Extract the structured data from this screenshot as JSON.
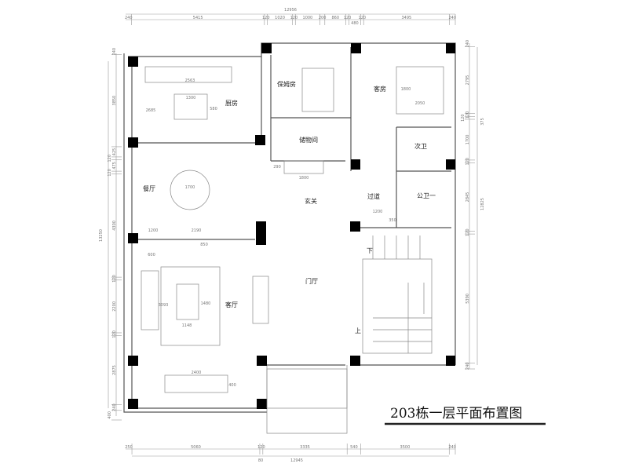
{
  "title": "203栋一层平面布置图",
  "rooms": {
    "kitchen": "厨房",
    "nanny_room": "保姆房",
    "guest_room": "客房",
    "storage": "储物间",
    "second_bath": "次卫",
    "dining": "餐厅",
    "foyer": "玄关",
    "corridor": "过道",
    "public_bath": "公卫一",
    "living": "客厅",
    "entrance_hall": "门厅",
    "stair_down": "下",
    "stair_up": "上"
  },
  "dimensions": {
    "top_total": "12956",
    "top": [
      "240",
      "5415",
      "120",
      "1020",
      "120",
      "1000",
      "200",
      "860",
      "120",
      "480",
      "120",
      "3495",
      "240"
    ],
    "bottom_total": "12945",
    "bottom_extra": "80",
    "bottom": [
      "250",
      "5060",
      "120",
      "3335",
      "540",
      "3500",
      "240"
    ],
    "left_total": "13250",
    "left": [
      "240",
      "3850",
      "425",
      "120",
      "475",
      "120",
      "4300",
      "120",
      "2200",
      "120",
      "2875",
      "240",
      "400"
    ],
    "right_total": "12825",
    "right_sub": "375",
    "right": [
      "240",
      "2795",
      "120",
      "120",
      "1700",
      "120",
      "2845",
      "120",
      "5390",
      "240"
    ],
    "furniture": {
      "sink_counter": "2563",
      "island_w": "1300",
      "island_h": "580",
      "kitchen_side": "2685",
      "dining_table": "1700",
      "dining_strip": "1200",
      "dining_strip2": "2190",
      "chair_w": "850",
      "side_table": "600",
      "sofa_len": "3093",
      "rug_w": "1148",
      "rug_h": "1480",
      "tv_len": "2400",
      "tv_depth": "400",
      "foyer_cabinet": "1800",
      "foyer_depth": "290",
      "guest_bed_w": "2050",
      "guest_bed_h": "1800",
      "corridor_cab": "1200",
      "corridor_cab_d": "350"
    }
  }
}
